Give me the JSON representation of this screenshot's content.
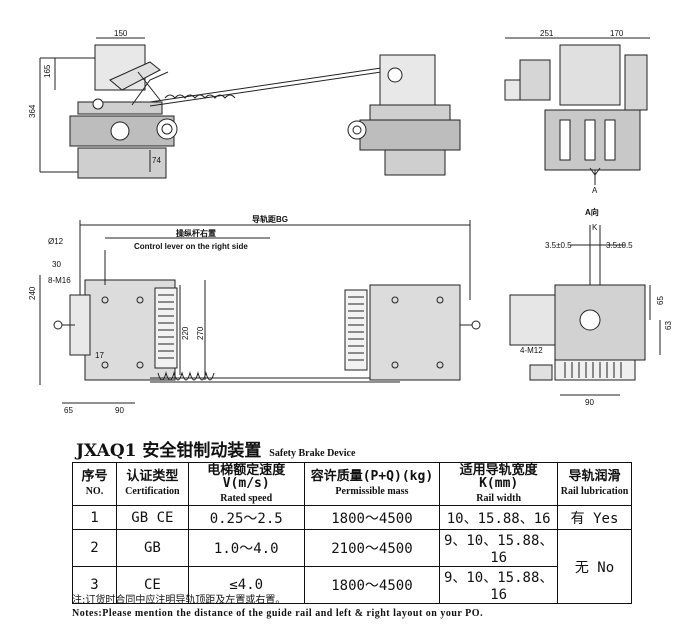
{
  "title": {
    "zh": "JXAQ1 安全钳制动装置",
    "en": "Safety Brake Device"
  },
  "drawing_labels": {
    "dim_150": "150",
    "dim_165": "165",
    "dim_364": "364",
    "dim_74": "74",
    "dim_251": "251",
    "dim_170": "170",
    "view_a": "A",
    "view_a_title": "A向",
    "rail_gauge": "导轨距BG",
    "lever_zh": "操纵杆右置",
    "lever_en": "Control lever on the right side",
    "dim_phi12": "Ø12",
    "dim_30": "30",
    "dim_8m16": "8-M16",
    "dim_240": "240",
    "dim_220": "220",
    "dim_270": "270",
    "dim_17": "17",
    "dim_65": "65",
    "dim_90": "90",
    "dim_k": "K",
    "dim_35a": "3.5±0.5",
    "dim_35b": "3.5±0.5",
    "dim_65r": "65",
    "dim_63": "63",
    "dim_4m12": "4-M12",
    "dim_90r": "90"
  },
  "table": {
    "headers": [
      {
        "zh": "序号",
        "en": "NO."
      },
      {
        "zh": "认证类型",
        "en": "Certification"
      },
      {
        "zh": "电梯额定速度V(m/s)",
        "en": "Rated speed"
      },
      {
        "zh": "容许质量(P+Q)(kg)",
        "en": "Permissible mass"
      },
      {
        "zh": "适用导轨宽度K(mm)",
        "en": "Rail width"
      },
      {
        "zh": "导轨润滑",
        "en": "Rail lubrication"
      }
    ],
    "rows": [
      {
        "no": "1",
        "cert": "GB CE",
        "speed": "0.25～2.5",
        "mass": "1800～4500",
        "rail": "10、15.88、16",
        "lube": "有 Yes"
      },
      {
        "no": "2",
        "cert": "GB",
        "speed": "1.0～4.0",
        "mass": "2100～4500",
        "rail": "9、10、15.88、16",
        "lube": "无 No"
      },
      {
        "no": "3",
        "cert": "CE",
        "speed": "≤4.0",
        "mass": "1800～4500",
        "rail": "9、10、15.88、16"
      }
    ]
  },
  "notes": {
    "zh": "注:订货时合同中应注明导轨顶距及左置或右置。",
    "en": "Notes:Please mention the distance of the guide rail and left & right layout on your PO."
  }
}
